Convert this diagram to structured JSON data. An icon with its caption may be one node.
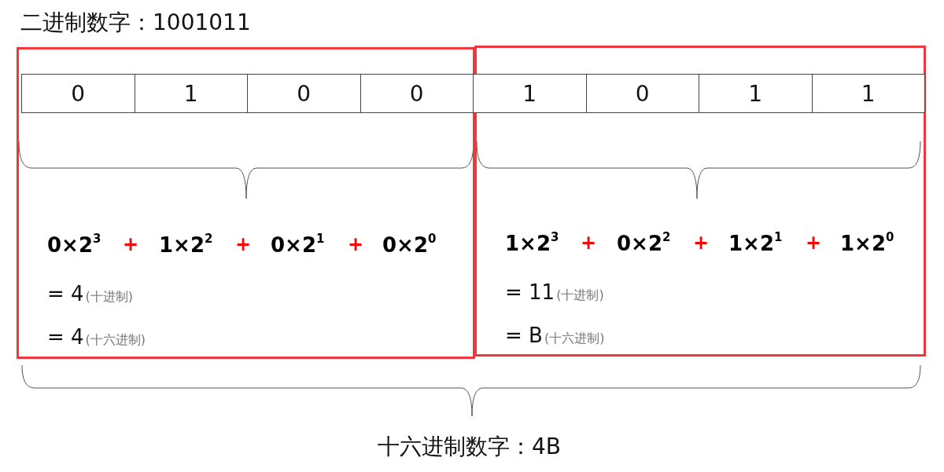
{
  "diagram": {
    "title": "二进制数字：1001011",
    "caption": "十六进制数字：4B",
    "nodes": [
      {
        "text": [
          "0×2$^{3}$",
          "+",
          "1×2$^{2}$",
          "+",
          "0×2$^{1}$",
          "+",
          "0×2$^{0}$",
          "= 4",
          "(十进制)",
          "= 4",
          "(十六进制)"
        ]
      },
      {
        "text": [
          "1×2$^{3}$",
          "+",
          "0×2$^{2}$",
          "+",
          "1×2$^{1}$",
          "+",
          "1×2$^{0}$",
          "= 11",
          "(十进制)",
          "= B",
          "(十六进制)"
        ]
      },
      {
        "text": [
          "0"
        ],
        "in": 0
      },
      {
        "text": [
          "1"
        ],
        "in": 0
      },
      {
        "text": [
          "0"
        ],
        "in": 0
      },
      {
        "text": [
          "0"
        ],
        "in": 0
      },
      {
        "text": [
          "1"
        ],
        "in": 1
      },
      {
        "text": [
          "0"
        ],
        "in": 1
      },
      {
        "text": [
          "1"
        ],
        "in": 1
      },
      {
        "text": [
          "1"
        ],
        "in": 1
      }
    ]
  }
}
